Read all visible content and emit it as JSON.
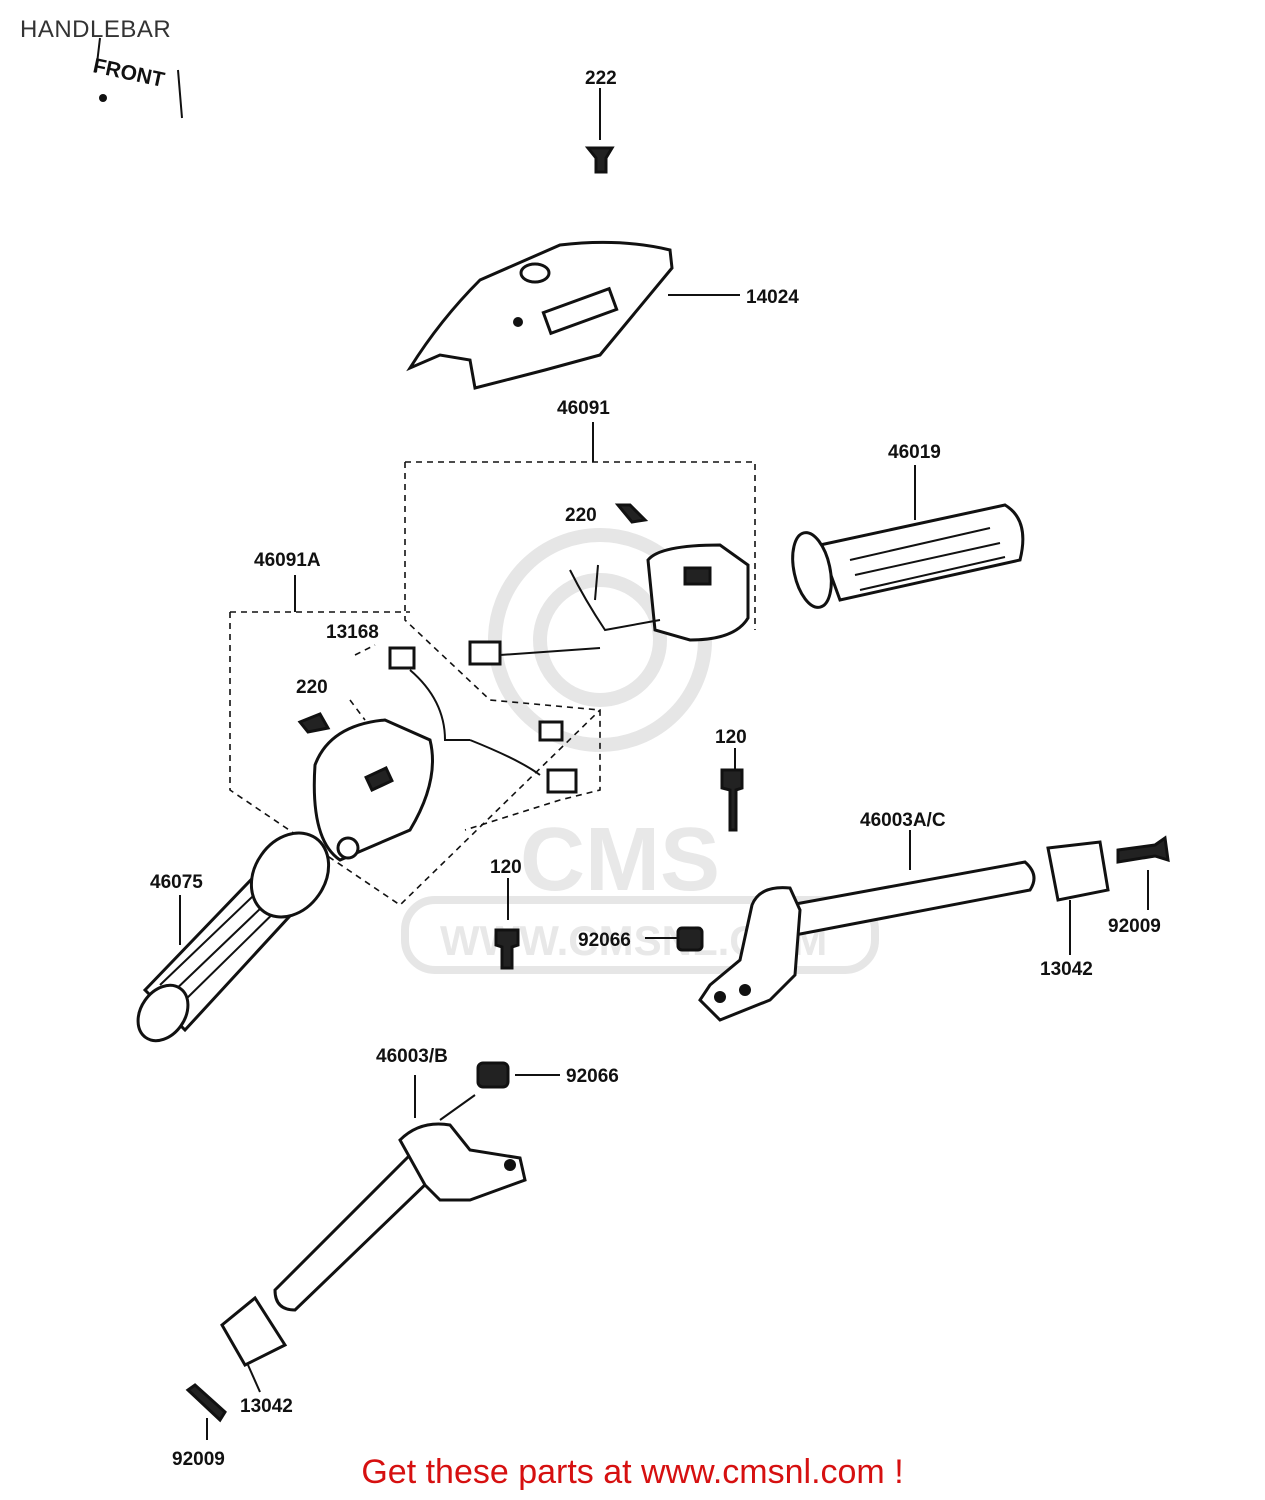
{
  "page": {
    "title": "HANDLEBAR",
    "footer": "Get these parts at www.cmsnl.com !",
    "front_label": "FRONT",
    "watermark": {
      "logo": "CMS",
      "url": "WWW.CMSNL.COM"
    }
  },
  "callouts": [
    {
      "id": "222",
      "label": "222"
    },
    {
      "id": "14024",
      "label": "14024"
    },
    {
      "id": "46091",
      "label": "46091"
    },
    {
      "id": "46019",
      "label": "46019"
    },
    {
      "id": "220a",
      "label": "220"
    },
    {
      "id": "46091A",
      "label": "46091A"
    },
    {
      "id": "13168",
      "label": "13168"
    },
    {
      "id": "220b",
      "label": "220"
    },
    {
      "id": "120a",
      "label": "120"
    },
    {
      "id": "46003AC",
      "label": "46003A/C"
    },
    {
      "id": "46075",
      "label": "46075"
    },
    {
      "id": "120b",
      "label": "120"
    },
    {
      "id": "92066a",
      "label": "92066"
    },
    {
      "id": "92009a",
      "label": "92009"
    },
    {
      "id": "13042a",
      "label": "13042"
    },
    {
      "id": "46003B",
      "label": "46003/B"
    },
    {
      "id": "92066b",
      "label": "92066"
    },
    {
      "id": "13042b",
      "label": "13042"
    },
    {
      "id": "92009b",
      "label": "92009"
    }
  ]
}
